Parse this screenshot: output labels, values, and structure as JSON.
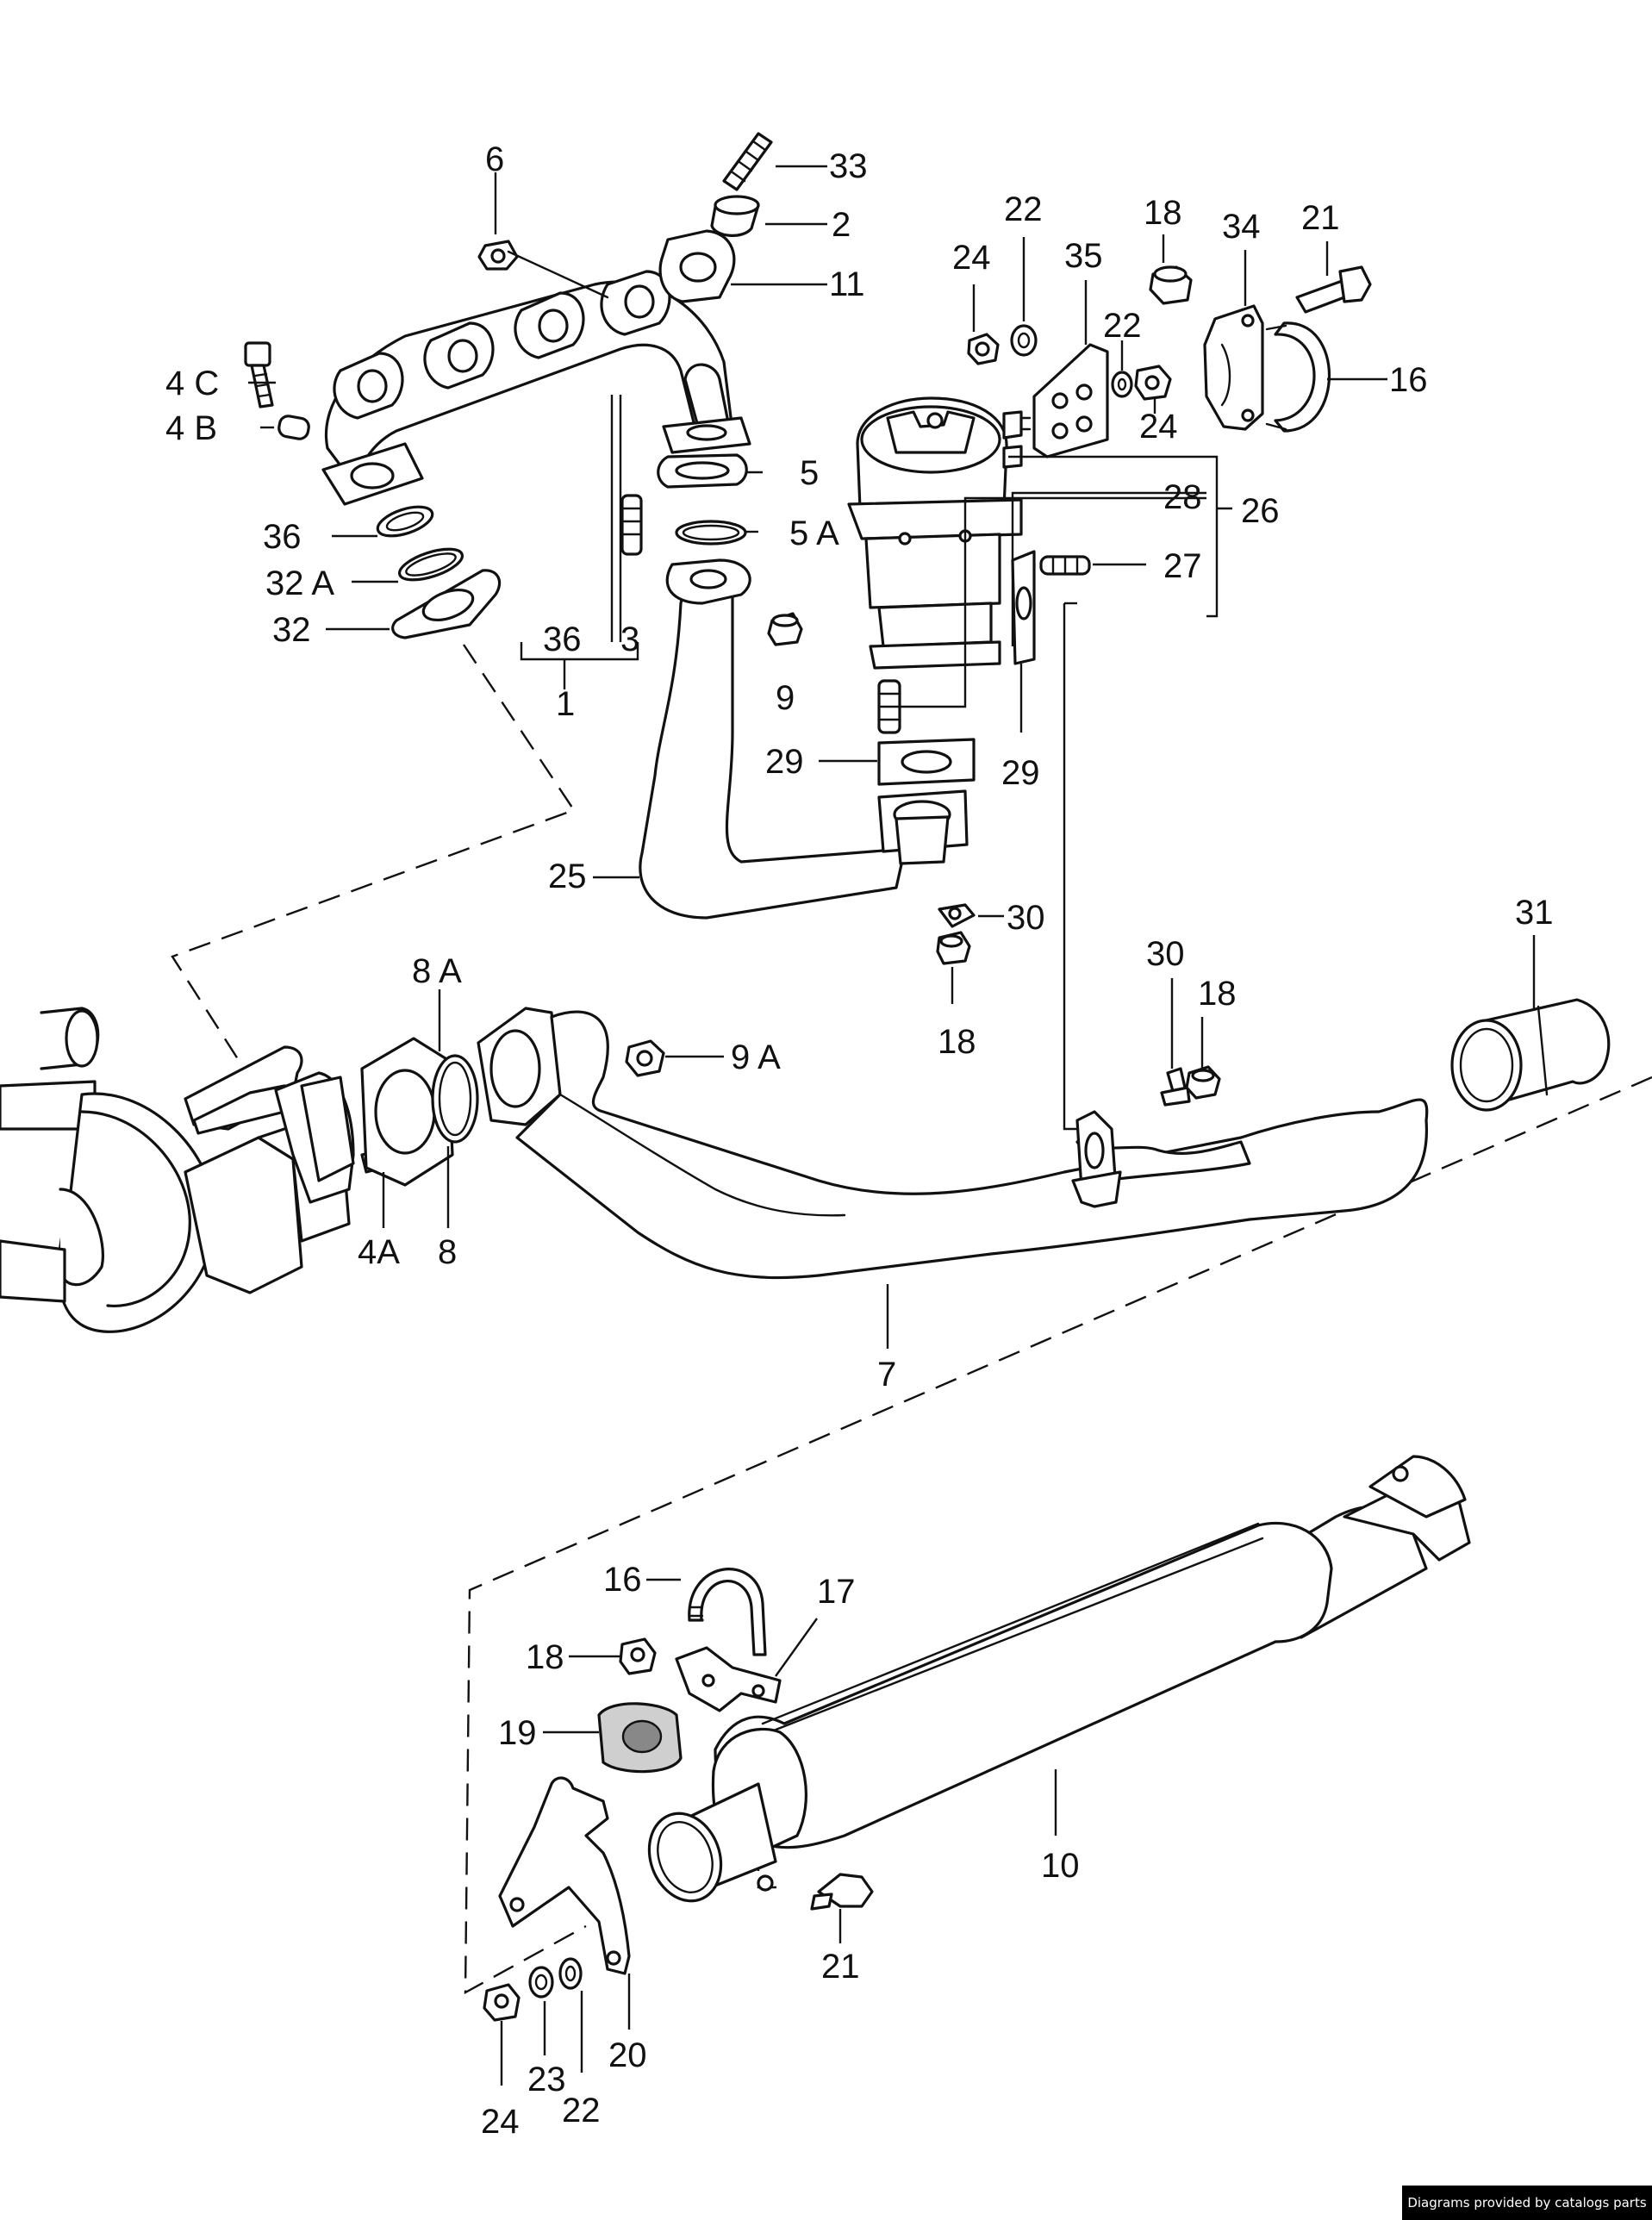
{
  "callouts": {
    "c6": "6",
    "c33": "33",
    "c2": "2",
    "c11": "11",
    "c22a": "22",
    "c18a": "18",
    "c34": "34",
    "c21a": "21",
    "c24a": "24",
    "c35": "35",
    "c22b": "22",
    "c16a": "16",
    "c24b": "24",
    "c4c": "4 C",
    "c4b": "4 B",
    "c5": "5",
    "c28": "28",
    "c26": "26",
    "c36a": "36",
    "c5a": "5 A",
    "c32a": "32 A",
    "c27": "27",
    "c32": "32",
    "c36b": "36",
    "c3": "3",
    "c1": "1",
    "c9": "9",
    "c29a": "29",
    "c29b": "29",
    "c25": "25",
    "c30a": "30",
    "c31": "31",
    "c30b": "30",
    "c8a": "8 A",
    "c18b": "18",
    "c18c": "18",
    "c9a": "9 A",
    "c4a": "4A",
    "c8": "8",
    "c7": "7",
    "c17": "17",
    "c16b": "16",
    "c18d": "18",
    "c19": "19",
    "c10": "10",
    "c21b": "21",
    "c20": "20",
    "c23": "23",
    "c24c": "24",
    "c22c": "22"
  },
  "credit": "Diagrams provided by catalogs parts"
}
